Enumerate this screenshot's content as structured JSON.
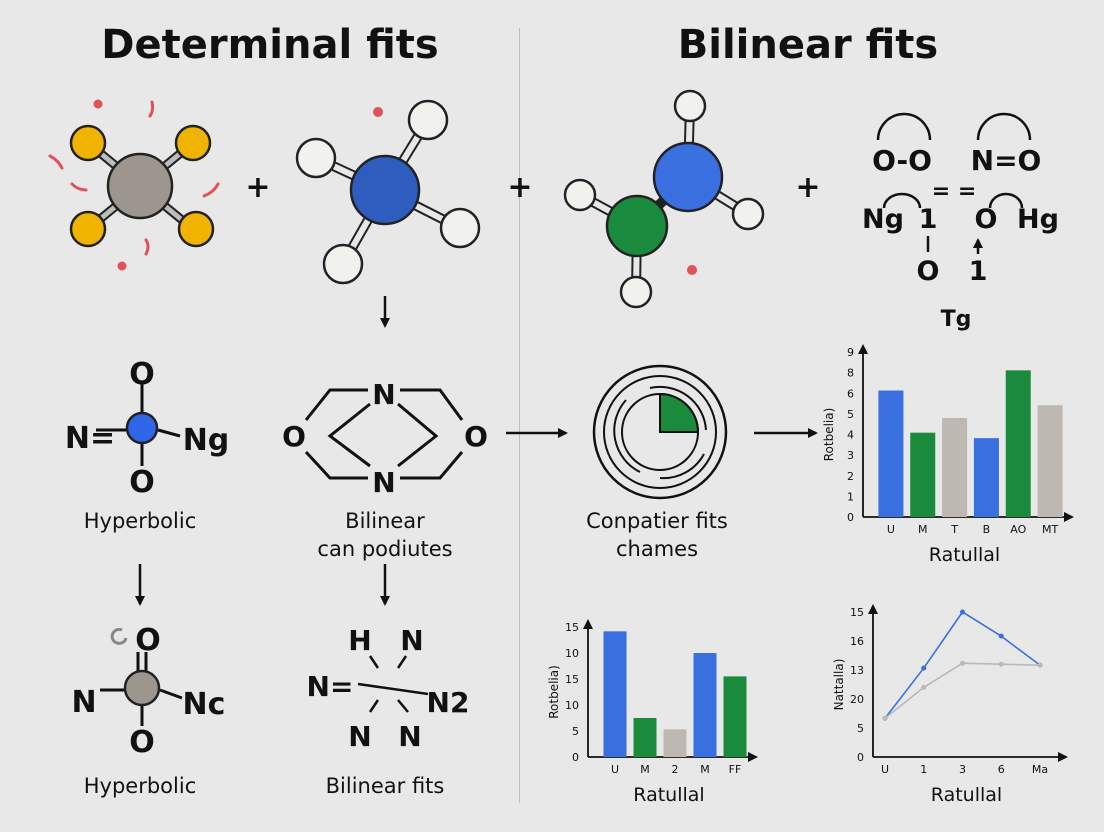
{
  "titles": {
    "left": "Determinal fits",
    "right": "Bilinear fits"
  },
  "operators": {
    "plus": "+",
    "eq": "= ="
  },
  "captions": {
    "hyperbolic_top": "Hyperbolic",
    "bilinear_top_1": "Bilinear",
    "bilinear_top_2": "can podiutes",
    "computer_1": "Conpatier fits",
    "computer_2": "chames",
    "hyperbolic_bottom": "Hyperbolic",
    "bilinear_bottom": "Bilinear fits"
  },
  "labels": {
    "oo": "O-O",
    "no": "N=O",
    "ng": "Ng",
    "one": "1",
    "o": "O",
    "hg": "Hg",
    "o_small": "O",
    "one_small": "1",
    "tg": "Tg",
    "hyp_o_top": "O",
    "hyp_n_left": "N=",
    "hyp_ng": "Ng",
    "hyp_o_bottom": "O",
    "ring_n_top": "N",
    "ring_o_left": "O",
    "ring_o_right": "O",
    "ring_n_bottom": "N",
    "hyp2_o_top": "O",
    "hyp2_n_left": "N",
    "hyp2_nc": "Nc",
    "hyp2_o_bottom": "O",
    "bl_h": "H",
    "bl_n_top": "N",
    "bl_n_left": "N=",
    "bl_n2": "N2",
    "bl_n_bl": "N",
    "bl_n_br": "N"
  },
  "colors": {
    "blue": "#3a6fe0",
    "green": "#1a8a3c",
    "gray": "#bdb8b1",
    "yellow": "#f0b400",
    "red": "#e2505a"
  },
  "chart_data": [
    {
      "type": "bar",
      "categories": [
        "U",
        "M",
        "T",
        "B",
        "AO",
        "MT"
      ],
      "values": [
        6.9,
        4.6,
        5.4,
        4.3,
        8.0,
        6.1
      ],
      "bar_colors": [
        "blue",
        "green",
        "gray",
        "blue",
        "green",
        "gray"
      ],
      "ylim": [
        0,
        9
      ],
      "yticks": [
        "0",
        "1",
        "2",
        "3",
        "4",
        "5",
        "6",
        "8",
        "9"
      ],
      "ylabel": "Rotbelia)",
      "xlabel": "Ratullal"
    },
    {
      "type": "bar",
      "categories": [
        "U",
        "M",
        "2",
        "M",
        "FF"
      ],
      "values": [
        14.5,
        4.5,
        3.2,
        12.0,
        9.3
      ],
      "bar_colors": [
        "blue",
        "green",
        "gray",
        "blue",
        "green"
      ],
      "ylim": [
        0,
        15
      ],
      "yticks": [
        "0",
        "5",
        "10",
        "15",
        "10",
        "15"
      ],
      "ylabel": "Rotbelia)",
      "xlabel": "Ratullal"
    },
    {
      "type": "line",
      "x": [
        "U",
        "1",
        "3",
        "6",
        "Ma"
      ],
      "series": [
        {
          "color": "blue",
          "values": [
            4,
            9.2,
            15,
            12.5,
            9.5
          ]
        },
        {
          "color": "gray",
          "values": [
            4,
            7.2,
            9.7,
            9.6,
            9.5
          ]
        }
      ],
      "ylim": [
        0,
        15
      ],
      "yticks": [
        "0",
        "5",
        "20",
        "13",
        "16",
        "15"
      ],
      "ylabel": "Nattalla)",
      "xlabel": "Ratullal"
    }
  ]
}
